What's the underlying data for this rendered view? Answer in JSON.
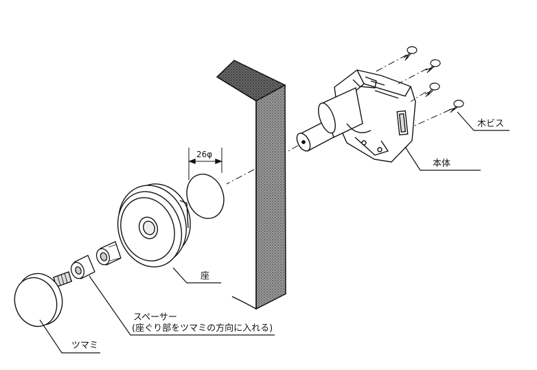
{
  "labels": {
    "wood_screw": "木ビス",
    "body": "本体",
    "dimension": "26φ",
    "seat": "座",
    "spacer": "スペーサー",
    "spacer_note": "(座ぐり部をツマミの方向に入れる)",
    "knob": "ツマミ"
  },
  "colors": {
    "line": "#111111",
    "panel_face": "#8a8a8a",
    "panel_top": "#5e5e5e",
    "background": "#ffffff"
  }
}
